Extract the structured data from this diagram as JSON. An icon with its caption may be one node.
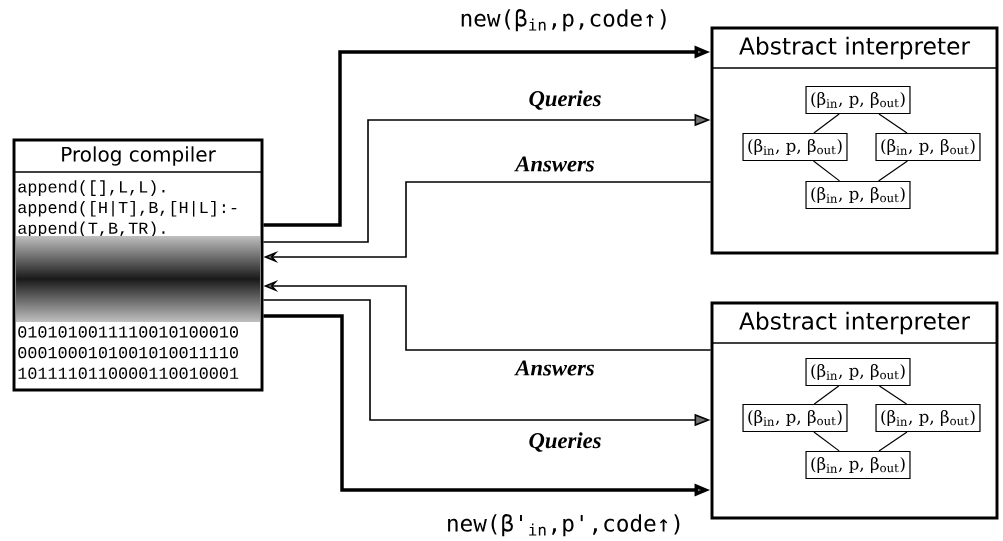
{
  "diagram": {
    "nodes": [
      {
        "text": [
          "Prolog compiler",
          "append([],L,L). append([H|T],B,[H|L]:- append(T,B,TR).",
          "0101010011110010100010 0001000101001010011110 1011110110000110010001"
        ]
      },
      {
        "text": [
          "Abstract interpreter"
        ]
      },
      {
        "text": [
          "(β$_{in}$, p, β$_{out}$)"
        ],
        "in": 1
      },
      {
        "text": [
          "(β$_{in}$, p, β$_{out}$)"
        ],
        "in": 1
      },
      {
        "text": [
          "(β$_{in}$, p, β$_{out}$)"
        ],
        "in": 1
      },
      {
        "text": [
          "(β$_{in}$, p, β$_{out}$)"
        ],
        "in": 1
      },
      {
        "text": [
          "Abstract interpreter"
        ]
      },
      {
        "text": [
          "(β$_{in}$, p, β$_{out}$)"
        ],
        "in": 6
      },
      {
        "text": [
          "(β$_{in}$, p, β$_{out}$)"
        ],
        "in": 6
      },
      {
        "text": [
          "(β$_{in}$, p, β$_{out}$)"
        ],
        "in": 6
      },
      {
        "text": [
          "(β$_{in}$, p, β$_{out}$)"
        ],
        "in": 6
      }
    ],
    "edges": [
      {
        "from": 0,
        "to": 1,
        "arrow": "to",
        "label": "new(β$_{in}$,p,code↑)",
        "style": "thick"
      },
      {
        "from": 0,
        "to": 1,
        "arrow": "to",
        "label": "Queries"
      },
      {
        "from": 1,
        "to": 0,
        "arrow": "to",
        "label": "Answers"
      },
      {
        "from": 6,
        "to": 0,
        "arrow": "to",
        "label": "Answers"
      },
      {
        "from": 0,
        "to": 6,
        "arrow": "to",
        "label": "Queries"
      },
      {
        "from": 0,
        "to": 6,
        "arrow": "to",
        "label": "new(β'$_{in}$,p',code↑)",
        "style": "thick"
      },
      {
        "from": 2,
        "to": 3,
        "arrow": "none"
      },
      {
        "from": 2,
        "to": 4,
        "arrow": "none"
      },
      {
        "from": 3,
        "to": 5,
        "arrow": "none"
      },
      {
        "from": 4,
        "to": 5,
        "arrow": "none"
      },
      {
        "from": 7,
        "to": 8,
        "arrow": "none"
      },
      {
        "from": 7,
        "to": 9,
        "arrow": "none"
      },
      {
        "from": 8,
        "to": 10,
        "arrow": "none"
      },
      {
        "from": 9,
        "to": 10,
        "arrow": "none"
      }
    ]
  }
}
